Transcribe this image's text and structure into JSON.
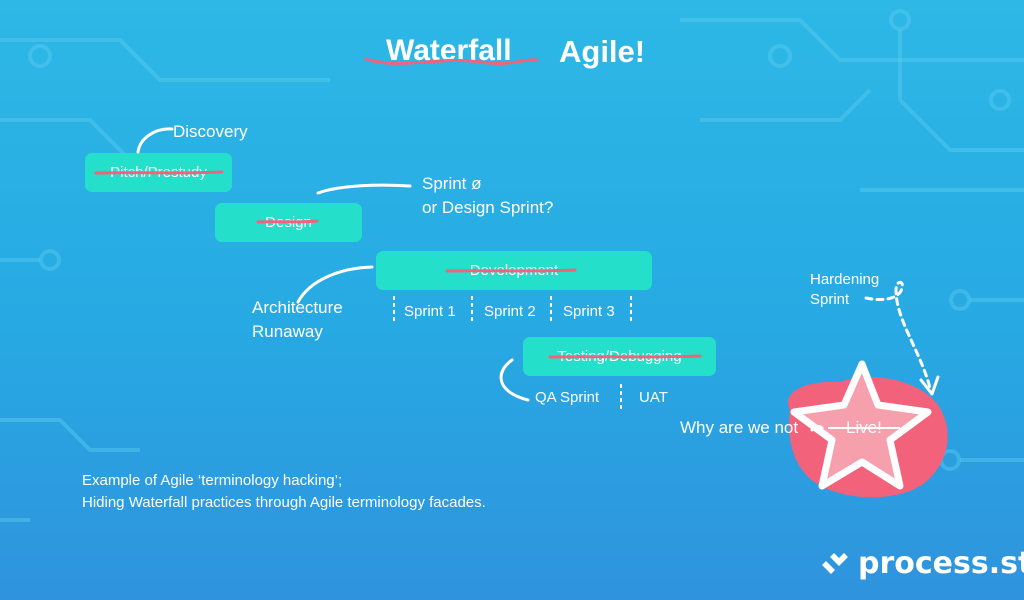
{
  "title": {
    "old": "Waterfall",
    "new": "Agile!"
  },
  "phases": [
    {
      "label": "Pitch/Prestudy",
      "note": "Discovery"
    },
    {
      "label": "Design",
      "note_lines": [
        "Sprint ø",
        "or Design Sprint?"
      ]
    },
    {
      "label": "Development",
      "note_lines": [
        "Architecture",
        "Runaway"
      ]
    },
    {
      "label": "Testing/Debugging"
    }
  ],
  "development_sprints": [
    "Sprint 1",
    "Sprint 2",
    "Sprint 3"
  ],
  "testing_subs": [
    "QA Sprint",
    "UAT"
  ],
  "hardening": [
    "Hardening",
    "Sprint"
  ],
  "live": {
    "prefix": "Why are we not",
    "word": "Live!"
  },
  "caption": [
    "Example of Agile ‘terminology hacking’;",
    "Hiding Waterfall practices through Agile terminology facades."
  ],
  "logo": {
    "text": "process.st",
    "icon": "process-st-logo-icon"
  },
  "colors": {
    "background": "#2db8e6",
    "phase_box": "#24dfc9",
    "strike": "#f2627a",
    "blob": "#f2627a",
    "text": "#ffffff"
  }
}
